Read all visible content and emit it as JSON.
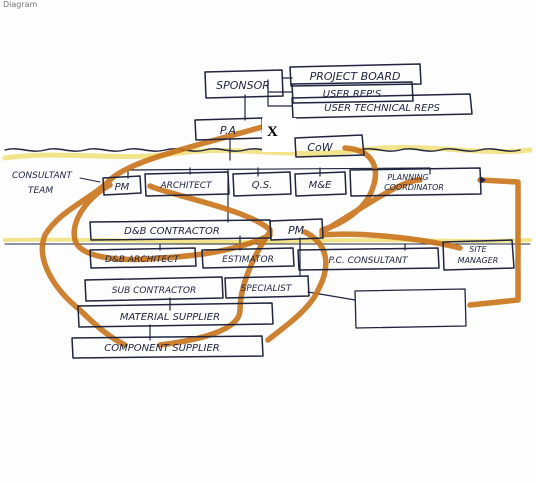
{
  "header_fragment": "Diagram",
  "marker_label": "X",
  "nodes": {
    "sponsor": "SPONSOR",
    "project_board": "PROJECT BOARD",
    "user_reps": "USER REP'S",
    "user_technical_reps": "USER TECHNICAL REPS",
    "pa": "P.A",
    "cow": "CoW",
    "consultant_team_line1": "CONSULTANT",
    "consultant_team_line2": "TEAM",
    "pm_top": "PM",
    "architect": "ARCHITECT",
    "qs": "Q.S.",
    "mande": "M&E",
    "planning_line1": "PLANNING",
    "planning_line2": "COORDINATOR",
    "db_contractor": "D&B CONTRACTOR",
    "pm_mid": "PM",
    "db_architect": "D&B ARCHITECT",
    "estimator": "ESTIMATOR",
    "pc_consultant": "P.C. CONSULTANT",
    "site_line1": "SITE",
    "site_line2": "MANAGER",
    "sub_contractor": "SUB CONTRACTOR",
    "specialist": "SPECIALIST",
    "material_supplier": "MATERIAL SUPPLIER",
    "component_supplier": "COMPONENT SUPPLIER",
    "empty_box": ""
  },
  "colors": {
    "ink": "#1f2540",
    "orange_marker": "#c9741a",
    "yellow_highlighter": "#f1e48a",
    "paper": "#fdfdfd"
  }
}
